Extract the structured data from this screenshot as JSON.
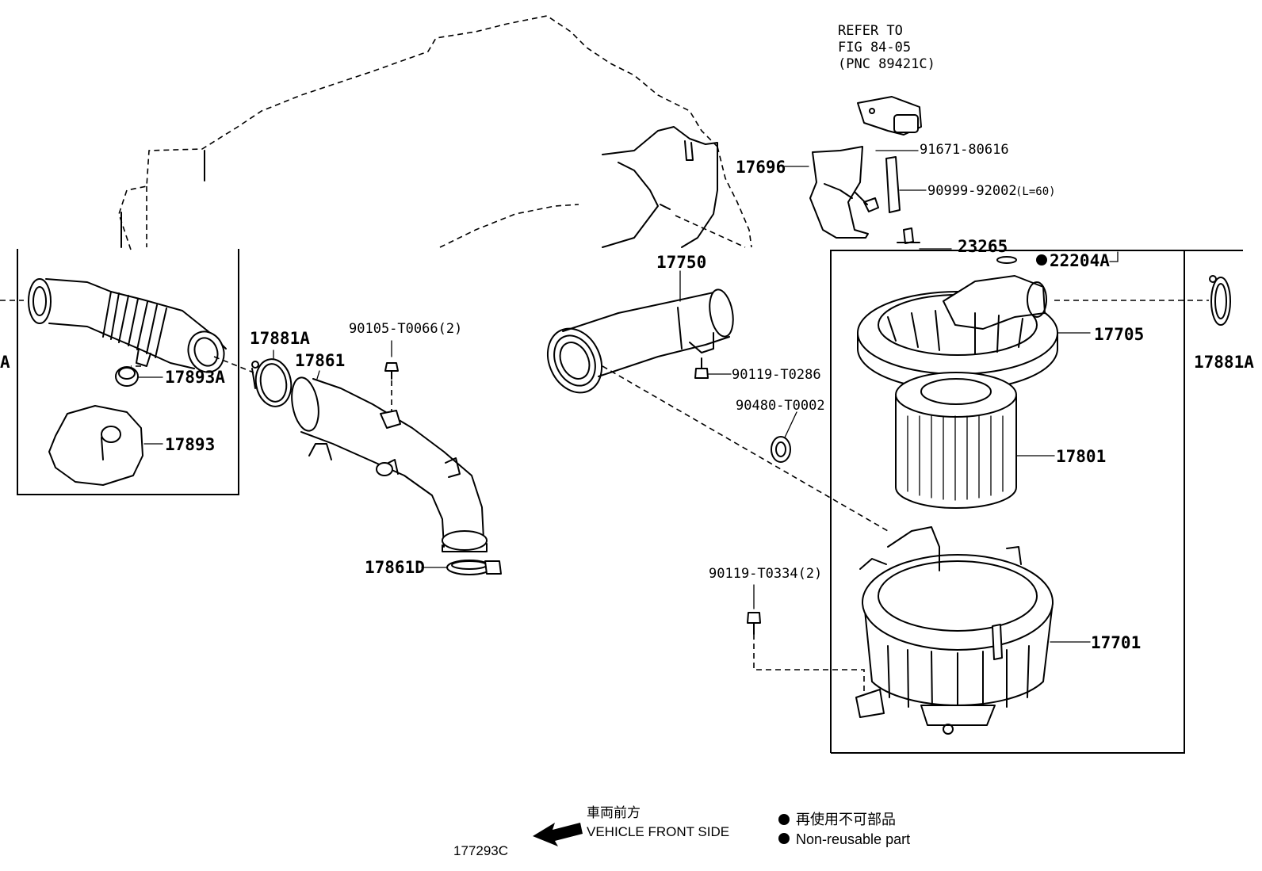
{
  "parts": {
    "p17696": "17696",
    "p91671": "91671-80616",
    "p90999": "90999-92002",
    "p90999_note": "(L=60)",
    "p23265": "23265",
    "p22204A": "22204A",
    "p17750": "17750",
    "p17705": "17705",
    "p17881A_right": "17881A",
    "p17881A_left": "17881A",
    "p17861": "17861",
    "p90105": "90105-T0066(2)",
    "p90119a": "90119-T0286",
    "p90480": "90480-T0002",
    "p17801": "17801",
    "p17893A": "17893A",
    "p17893": "17893",
    "p17861D": "17861D",
    "p90119b": "90119-T0334(2)",
    "p17701": "17701",
    "edge_left": "A"
  },
  "reference": {
    "line1": "REFER TO",
    "line2": "FIG 84-05",
    "line3": "(PNC 89421C)"
  },
  "direction": {
    "jp": "車両前方",
    "en": "VEHICLE FRONT SIDE"
  },
  "legend": {
    "jp": "再使用不可部品",
    "en": "Non-reusable part"
  },
  "figure_id": "177293C"
}
